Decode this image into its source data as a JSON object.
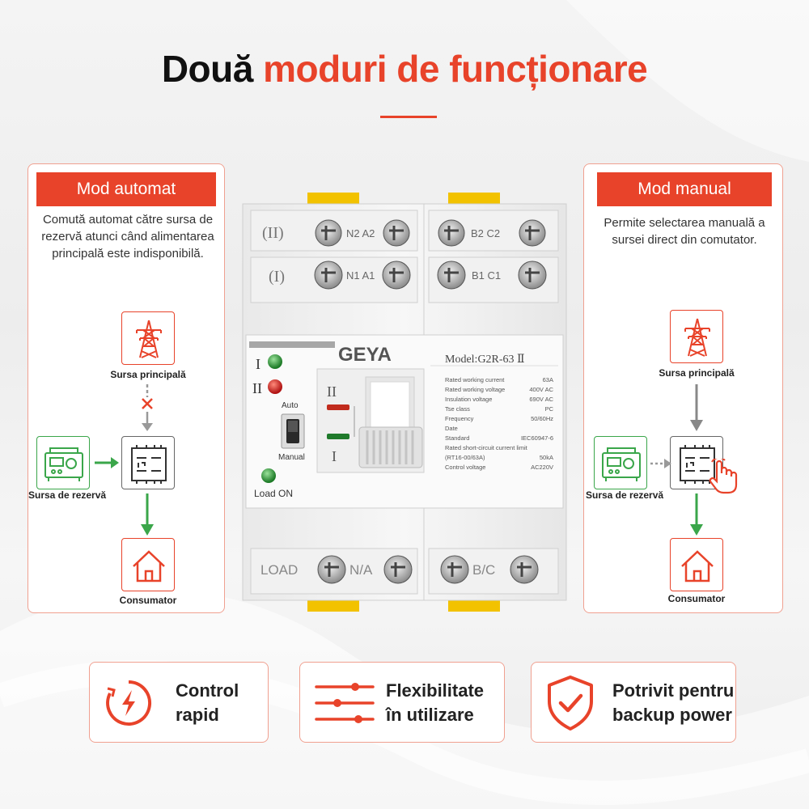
{
  "title": {
    "dark": "Două",
    "accent": "moduri de funcționare"
  },
  "colors": {
    "accent": "#e8432a",
    "green": "#3aa64a",
    "gray": "#666666",
    "yellow": "#f2c200"
  },
  "auto_panel": {
    "header": "Mod automat",
    "description": "Comută automat către sursa de rezervă atunci când alimentarea principală este indisponibilă.",
    "main_source_label": "Sursa principală",
    "backup_source_label": "Sursa de rezervă",
    "consumer_label": "Consumator"
  },
  "manual_panel": {
    "header": "Mod manual",
    "description": "Permite selectarea manuală a sursei direct din comutator.",
    "main_source_label": "Sursa principală",
    "backup_source_label": "Sursa de rezervă",
    "consumer_label": "Consumator"
  },
  "device": {
    "row2_left_label": "(II)",
    "row2_terminals_left": "N2 A2",
    "row2_terminals_right": "B2 C2",
    "row1_left_label": "(I)",
    "row1_terminals_left": "N1 A1",
    "row1_terminals_right": "B1 C1",
    "brand": "GEYA",
    "model": "Model:G2R-63 Ⅱ",
    "indicator_1": "I",
    "indicator_2": "II",
    "auto_label": "Auto",
    "manual_label": "Manual",
    "load_on_label": "Load ON",
    "switch_pos_2": "II",
    "switch_pos_1": "I",
    "bottom_load": "LOAD",
    "bottom_na": "N/A",
    "bottom_bc": "B/C",
    "specs": [
      {
        "k": "Rated working current",
        "v": "63A"
      },
      {
        "k": "Rated working voltage",
        "v": "400V AC"
      },
      {
        "k": "Insulation voltage",
        "v": "690V AC"
      },
      {
        "k": "Tse class",
        "v": "PC"
      },
      {
        "k": "Frequency",
        "v": "50/60Hz"
      },
      {
        "k": "Date",
        "v": ""
      },
      {
        "k": "Standard",
        "v": "IEC60947-6"
      },
      {
        "k": "Rated short-circuit current limit",
        "v": ""
      },
      {
        "k": "(RT16-00/63A)",
        "v": "50kA"
      },
      {
        "k": "Control voltage",
        "v": "AC220V"
      }
    ]
  },
  "features": [
    {
      "icon": "lightning-gauge-icon",
      "line1": "Control",
      "line2": "rapid"
    },
    {
      "icon": "sliders-icon",
      "line1": "Flexibilitate",
      "line2": "în utilizare"
    },
    {
      "icon": "shield-check-icon",
      "line1": "Potrivit pentru",
      "line2": "backup power"
    }
  ]
}
